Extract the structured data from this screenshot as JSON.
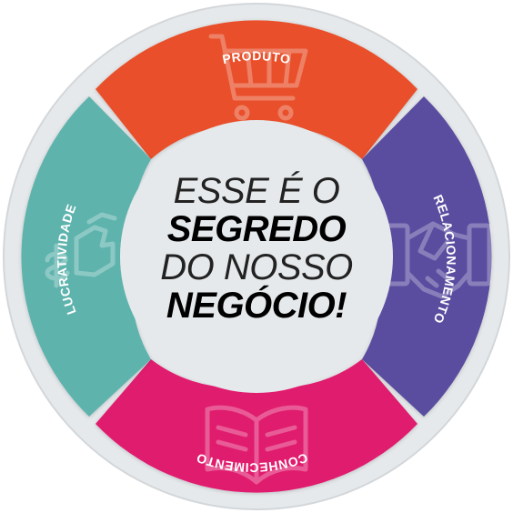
{
  "segments": {
    "produto": {
      "label": "PRODUTO",
      "color": "#e8502a",
      "icon": "shopping-cart-icon"
    },
    "relacionamento": {
      "label": "RELACIONAMENTO",
      "color": "#5a4ea0",
      "icon": "handshake-icon"
    },
    "conhecimento": {
      "label": "CONHECIMENTO",
      "color": "#e01a6e",
      "icon": "open-book-icon"
    },
    "lucratividade": {
      "label": "LUCRATIVIDADE",
      "color": "#5fb3ad",
      "icon": "money-hand-icon"
    }
  },
  "center": {
    "line1": "ESSE É O",
    "line2": "SEGREDO",
    "line3": "DO NOSSO",
    "line4": "NEGÓCIO!"
  },
  "colors": {
    "outer_ring": "#e6e9eb",
    "center_disc": "#e6e9eb"
  }
}
